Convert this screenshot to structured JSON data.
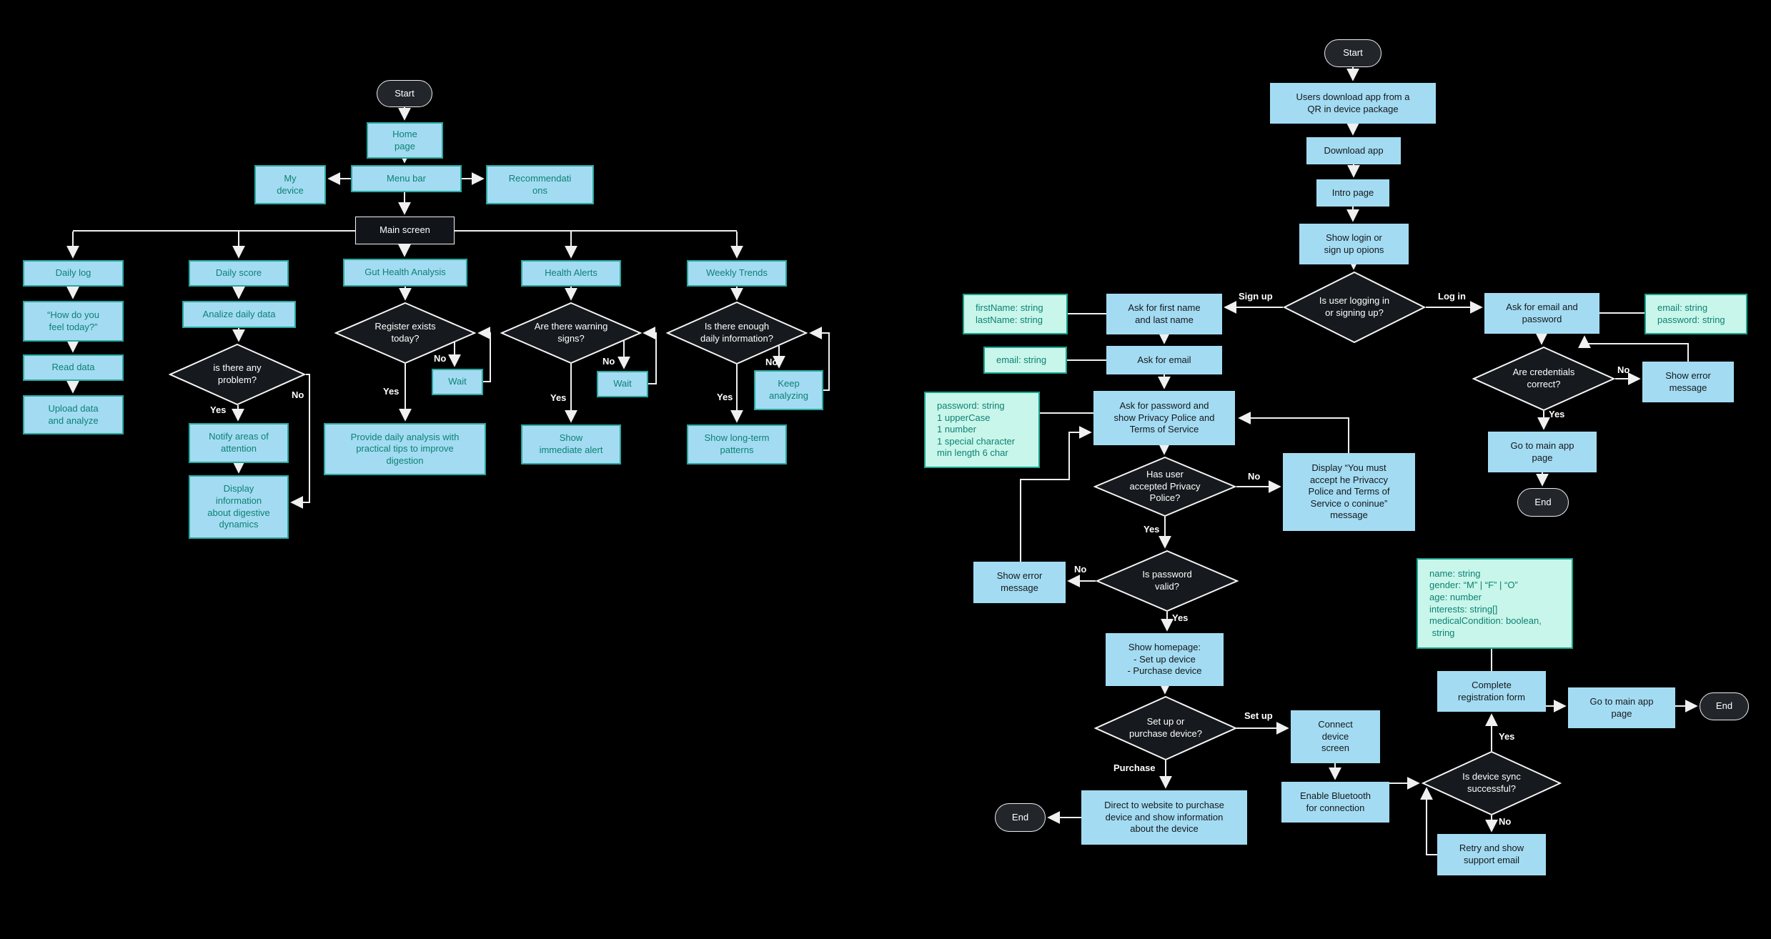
{
  "colors": {
    "background": "#000000",
    "flow_box_fill": "#a3dcf2",
    "left_box_border": "#2aa79f",
    "left_box_text": "#0d8174",
    "type_box_fill": "#c9f6ea",
    "type_box_border": "#1ba38e",
    "dark_shape_fill": "#16191d",
    "connector": "#f0f0f0"
  },
  "labels": {
    "yes": "Yes",
    "no": "No",
    "sign_up": "Sign up",
    "log_in": "Log in",
    "set_up": "Set up",
    "purchase": "Purchase"
  },
  "left_chart": {
    "start": "Start",
    "home_page": "Home\npage",
    "my_device": "My\ndevice",
    "menu_bar": "Menu bar",
    "recommendations": "Recommendati\nons",
    "main_screen": "Main screen",
    "daily_log": "Daily log",
    "how_do_you_feel": "“How do you\nfeel today?”",
    "read_data": "Read data",
    "upload_data": "Upload data\nand analyze",
    "daily_score": "Daily score",
    "analize_daily_data": "Analize daily data",
    "d_any_problem": "is there any\nproblem?",
    "notify_areas": "Notify areas of\nattention",
    "display_digestive": "Display\ninformation\nabout digestive\ndynamics",
    "gut_health": "Gut Health Analysis",
    "d_register_exists": "Register exists\ntoday?",
    "wait_gut": "Wait",
    "provide_daily_analysis": "Provide daily analysis with\npractical tips to improve\ndigestion",
    "health_alerts": "Health Alerts",
    "d_warning_signs": "Are there warning\nsigns?",
    "wait_alerts": "Wait",
    "show_immediate_alert": "Show\nimmediate alert",
    "weekly_trends": "Weekly Trends",
    "d_enough_info": "Is there enough\ndaily information?",
    "keep_analyzing": "Keep\nanalyzing",
    "show_longterm": "Show long-term\npatterns"
  },
  "right_chart": {
    "start": "Start",
    "qr_download": "Users download app from a\nQR in device package",
    "download_app": "Download app",
    "intro_page": "Intro page",
    "show_login_signup": "Show login or\nsign up opions",
    "d_login_or_signup": "Is user logging in\nor signing up?",
    "ask_first_last_name": "Ask for first name\nand last name",
    "type_first_last_name": "firstName: string\nlastName: string",
    "ask_email": "Ask for email",
    "type_email": "email: string",
    "ask_password_privacy": "Ask for password and\nshow Privacy Police and\nTerms of Service",
    "type_password_rules": "password: string\n1 upperCase\n1 number\n1 special character\nmin length 6 char",
    "d_privacy_accepted": "Has user\naccepted Privacy\nPolice?",
    "display_must_accept": "Display “You must\naccept he Privaccy\nPolice and Terms of\nService o coninue”\nmessage",
    "d_password_valid": "Is password\nvalid?",
    "show_error_password": "Show error\nmessage",
    "show_homepage": "Show homepage:\n- Set up device\n- Purchase device",
    "d_setup_or_purchase": "Set up or\npurchase device?",
    "direct_website": "Direct to website to purchase\ndevice and show information\nabout the device",
    "end_purchase": "End",
    "connect_device": "Connect\ndevice\nscreen",
    "enable_bluetooth": "Enable Bluetooth\nfor connection",
    "d_device_sync": "Is device sync\nsuccessful?",
    "retry_support": "Retry and show\nsupport email",
    "complete_registration": "Complete\nregistration form",
    "type_registration_fields": "name: string\ngender: “M” | “F” | “O”\nage: number\ninterests: string[]\nmedicalCondition: boolean,\n string",
    "go_main_app_signup": "Go to main app\npage",
    "end_signup": "End",
    "ask_email_password": "Ask for email and\npassword",
    "type_email_password": "email: string\npassword: string",
    "d_credentials_correct": "Are credentials\ncorrect?",
    "show_error_login": "Show error\nmessage",
    "go_main_app_login": "Go to main app\npage",
    "end_login": "End"
  }
}
